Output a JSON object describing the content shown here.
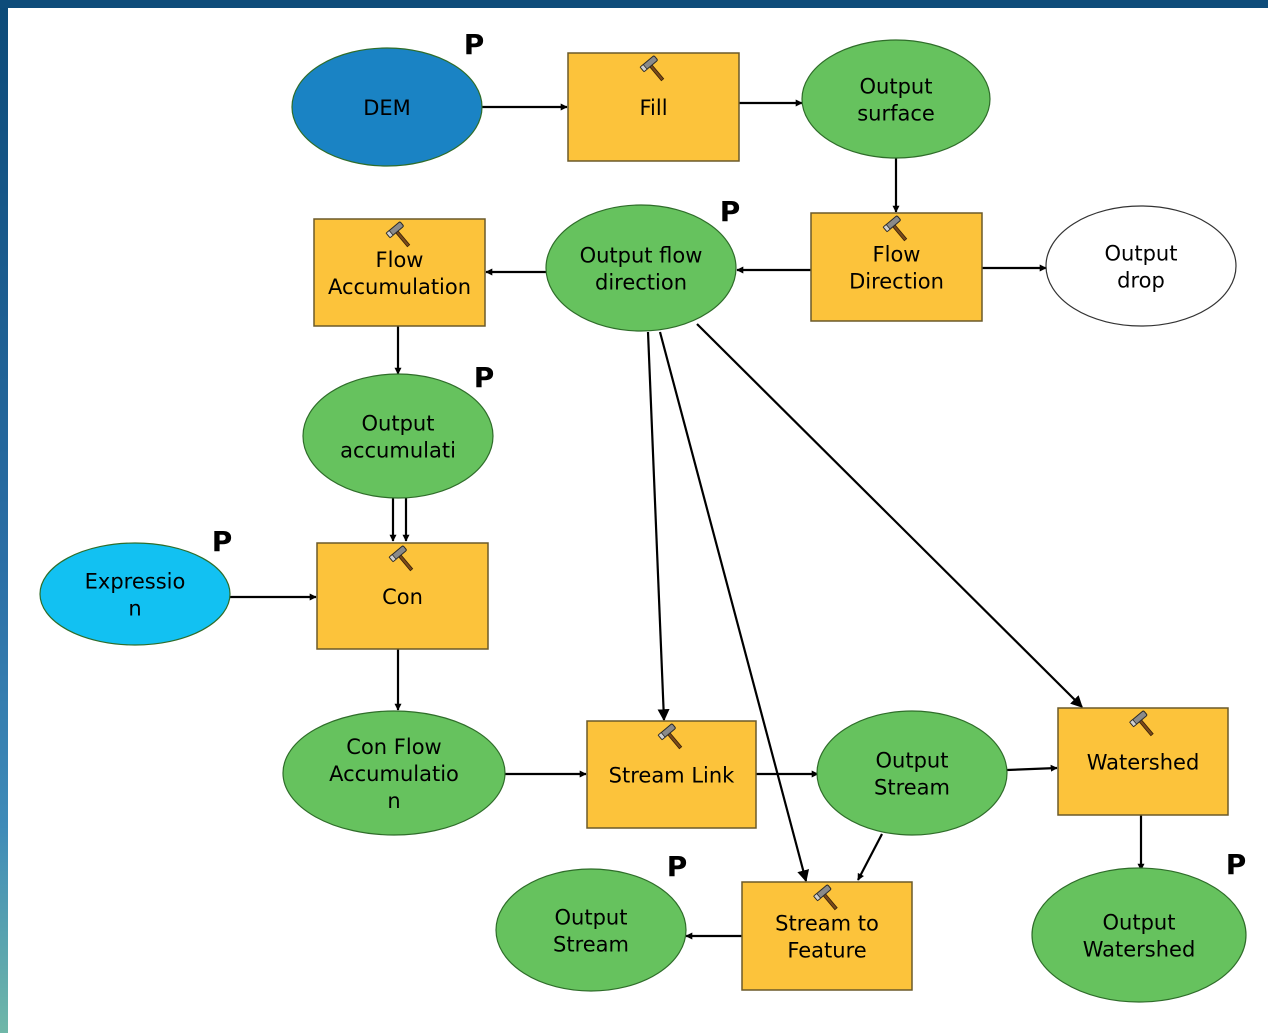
{
  "diagram": {
    "colors": {
      "tool": "#fcc33b",
      "derived_data": "#66c25e",
      "input_data": "#1a83c4",
      "input_value": "#12c1f2",
      "unused_output": "#ffffff"
    },
    "nodes": [
      {
        "id": "dem",
        "kind": "input_data",
        "lines": [
          "DEM"
        ],
        "param": true
      },
      {
        "id": "fill",
        "kind": "tool",
        "lines": [
          "Fill"
        ],
        "param": false
      },
      {
        "id": "output-surface",
        "kind": "derived_data",
        "lines": [
          "Output",
          "surface"
        ],
        "param": false
      },
      {
        "id": "flow-direction",
        "kind": "tool",
        "lines": [
          "Flow",
          "Direction"
        ],
        "param": false
      },
      {
        "id": "output-drop",
        "kind": "unused_output",
        "lines": [
          "Output",
          "drop"
        ],
        "param": false
      },
      {
        "id": "output-flow-direction",
        "kind": "derived_data",
        "lines": [
          "Output flow",
          "direction"
        ],
        "param": true
      },
      {
        "id": "flow-accumulation",
        "kind": "tool",
        "lines": [
          "Flow",
          "Accumulation"
        ],
        "param": false
      },
      {
        "id": "output-accumulation",
        "kind": "derived_data",
        "lines": [
          "Output",
          "accumulati"
        ],
        "param": true
      },
      {
        "id": "expression",
        "kind": "input_value",
        "lines": [
          "Expressio",
          "n"
        ],
        "param": true
      },
      {
        "id": "con",
        "kind": "tool",
        "lines": [
          "Con"
        ],
        "param": false
      },
      {
        "id": "con-flow-accumulation",
        "kind": "derived_data",
        "lines": [
          "Con Flow",
          "Accumulatio",
          "n"
        ],
        "param": false
      },
      {
        "id": "stream-link",
        "kind": "tool",
        "lines": [
          "Stream Link"
        ],
        "param": false
      },
      {
        "id": "output-stream-link",
        "kind": "derived_data",
        "lines": [
          "Output",
          "Stream"
        ],
        "param": false
      },
      {
        "id": "watershed",
        "kind": "tool",
        "lines": [
          "Watershed"
        ],
        "param": false
      },
      {
        "id": "output-watershed",
        "kind": "derived_data",
        "lines": [
          "Output",
          "Watershed"
        ],
        "param": true
      },
      {
        "id": "stream-to-feature",
        "kind": "tool",
        "lines": [
          "Stream to",
          "Feature"
        ],
        "param": false
      },
      {
        "id": "output-stream-feature",
        "kind": "derived_data",
        "lines": [
          "Output",
          "Stream"
        ],
        "param": true
      }
    ],
    "param_marker": "P"
  }
}
